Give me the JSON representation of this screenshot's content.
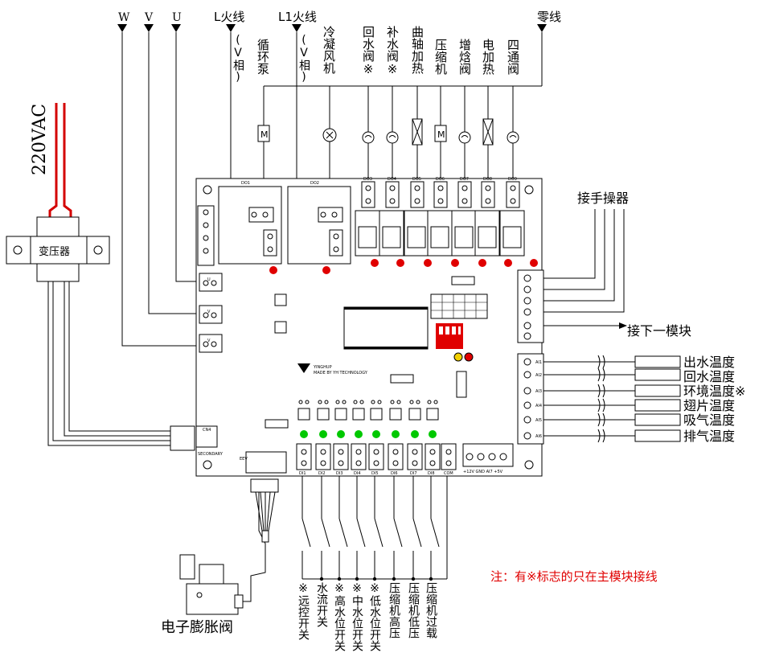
{
  "top_terminals": {
    "w": "W",
    "v": "V",
    "u": "U",
    "l_live": "L火线",
    "l1_live": "L1火线",
    "neutral": "零线"
  },
  "top_loads": {
    "pump": "循环泵",
    "pump_phase": "(V相)",
    "fan": "冷凝风机",
    "fan_phase": "(V相)",
    "return_valve": "回水阀※",
    "makeup_valve": "补水阀※",
    "crank_heater": "曲轴加热",
    "compressor": "压缩机",
    "enthalpy_valve": "增焓阀",
    "electric_heater": "电加热",
    "four_way_valve": "四通阀"
  },
  "power": {
    "voltage": "220VAC",
    "transformer": "变压器"
  },
  "right_side": {
    "controller": "接手操器",
    "next_module": "接下一模块",
    "sensors": [
      "出水温度",
      "回水温度",
      "环境温度※",
      "翅片温度",
      "吸气温度",
      "排气温度"
    ]
  },
  "bottom_switches": [
    "※远控开关",
    "水流开关",
    "※高水位开关",
    "※中水位开关",
    "※低水位开关",
    "压缩机高压",
    "压缩机低压",
    "压缩机过载"
  ],
  "eev": "电子膨胀阀",
  "note": "注：有※标志的只在主模块接线",
  "board": {
    "relay_top_labels": [
      "DO1",
      "DO2",
      "DO3",
      "DO4",
      "DO5",
      "DO6",
      "DO7",
      "DO8",
      "DO9"
    ],
    "phase_terminals": [
      "U",
      "V",
      "V"
    ],
    "maker": "YINGHUP",
    "maker_sub": "MADE BY YH TECHNOLOGY",
    "di_labels": [
      "DI1",
      "DI2",
      "DI3",
      "DI4",
      "DI5",
      "DI6",
      "DI7",
      "DI8",
      "COM"
    ],
    "power_terminal": "+12V GND AI7 +5V",
    "eev_port": "EEV",
    "transformer_port": "CN4",
    "transformer_port_sub": "SECONDARY",
    "ai_labels": [
      "AI1",
      "AI2",
      "AI3",
      "AI4",
      "AI5",
      "AI6"
    ]
  }
}
